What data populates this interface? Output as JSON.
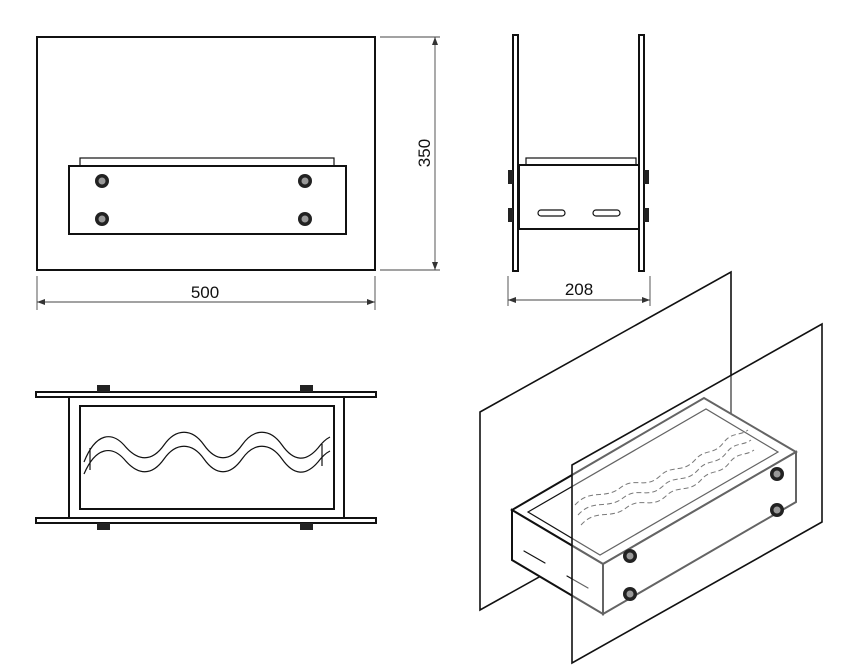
{
  "dimensions": {
    "front_width": "500",
    "front_height": "350",
    "side_depth": "208"
  },
  "colors": {
    "line": "#111111",
    "background": "#ffffff"
  }
}
